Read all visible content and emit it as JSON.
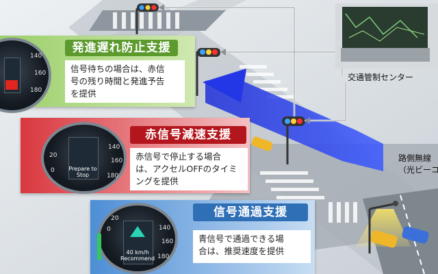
{
  "panels": {
    "start": {
      "title": "発進遅れ防止支援",
      "desc": [
        "信号待ちの場合は、赤信",
        "号の残り時間と発進予告",
        "を提供"
      ],
      "color": "#6aa238",
      "gauge_ticks": [
        "140",
        "160",
        "180"
      ]
    },
    "red": {
      "title": "赤信号減速支援",
      "desc": [
        "赤信号で停止する場合",
        "は、アクセルOFFのタイミ",
        "ングを提供"
      ],
      "color": "#c0262c",
      "gauge_ticks": [
        "0",
        "20",
        "140",
        "160",
        "180"
      ],
      "screen_text": [
        "Prepare to",
        "Stop"
      ]
    },
    "pass": {
      "title": "信号通過支援",
      "desc": [
        "青信号で通過できる場",
        "合は、推奨速度を提供"
      ],
      "color": "#3a7cc4",
      "gauge_ticks": [
        "0",
        "20",
        "140",
        "160",
        "180"
      ],
      "screen_text": [
        "40 km/h",
        "Recommend"
      ]
    }
  },
  "labels": {
    "control_center": "交通管制センター",
    "roadside_line1": "路側無線",
    "roadside_line2": "（光ビーコ"
  }
}
